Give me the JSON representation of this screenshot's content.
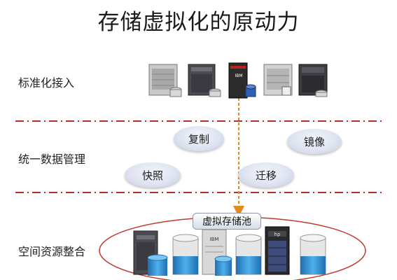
{
  "title": "存储虚拟化的原动力",
  "rows": {
    "access": "标准化接入",
    "management": "统一数据管理",
    "integration": "空间资源整合"
  },
  "features": {
    "replicate": "复制",
    "mirror": "镜像",
    "snapshot": "快照",
    "migrate": "迁移"
  },
  "pool": {
    "label": "虚拟存储池"
  },
  "server_brands": [
    "IBM",
    "hp"
  ],
  "colors": {
    "separator": "#b5322c",
    "arrow": "#e08a1e",
    "bubble": "#dfe4f1",
    "disk": "#2a8cd0",
    "pool_border": "#c0392b"
  }
}
